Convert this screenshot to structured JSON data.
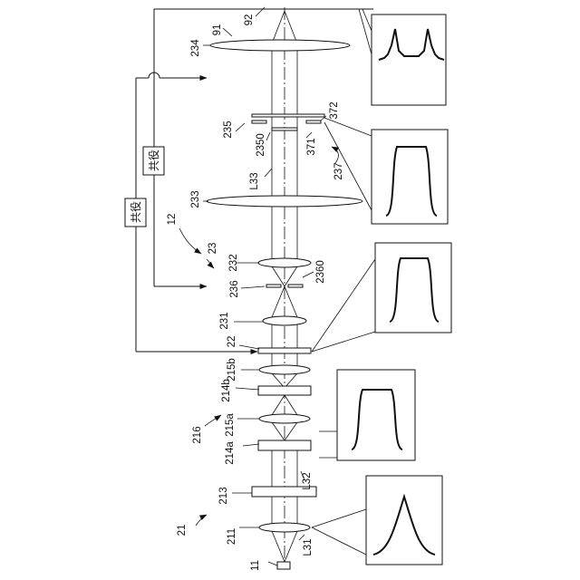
{
  "labels": {
    "l91": "91",
    "l92": "92",
    "l234": "234",
    "l372": "372",
    "l235": "235",
    "l2350": "2350",
    "l371": "371",
    "l237": "237",
    "l233": "233",
    "lL33": "L33",
    "l12": "12",
    "l23": "23",
    "l232": "232",
    "l2360": "2360",
    "l236": "236",
    "l231": "231",
    "l22": "22",
    "l215b": "215b",
    "l214b": "214b",
    "l215a": "215a",
    "l216": "216",
    "l214a": "214a",
    "l213": "213",
    "lL32": "L32",
    "l21": "21",
    "l211": "211",
    "lL31": "L31",
    "l11": "11"
  },
  "conjugate_labels": {
    "upper": "共役",
    "lower": "共役"
  }
}
